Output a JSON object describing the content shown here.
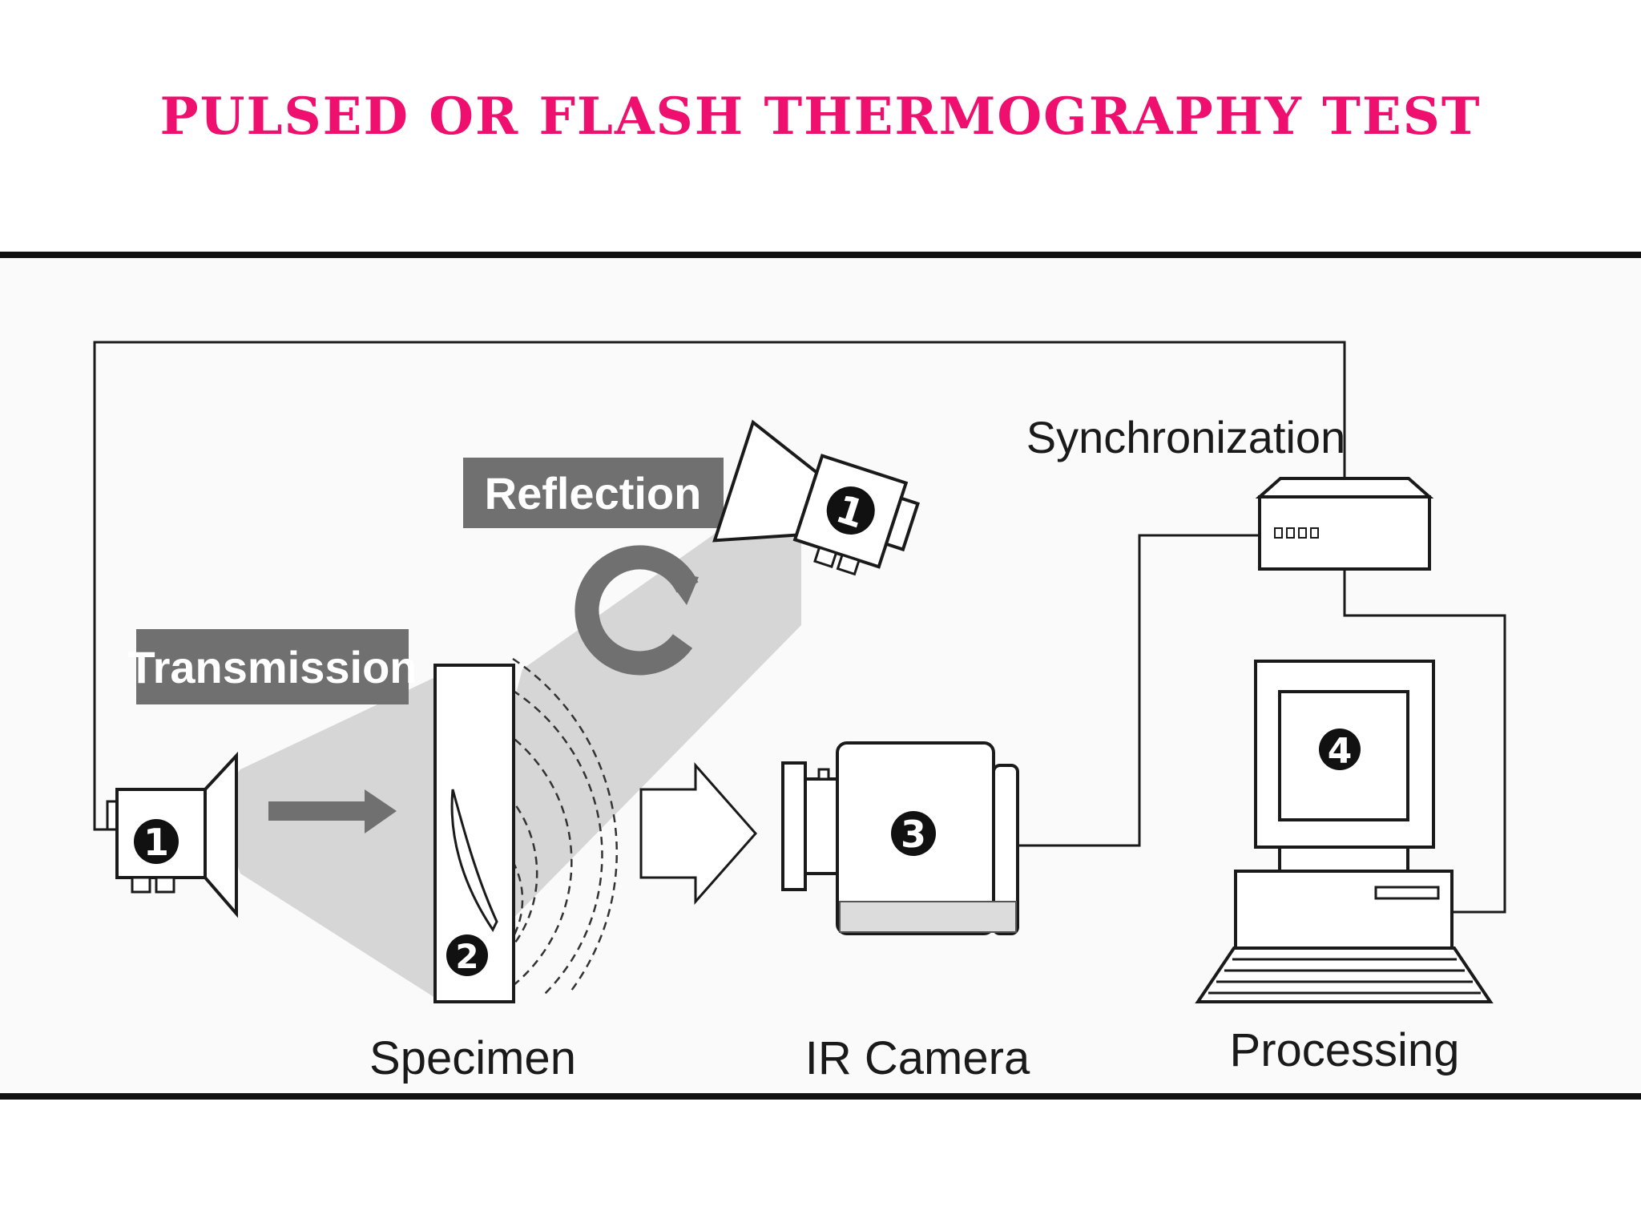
{
  "title": "PULSED OR FLASH THERMOGRAPHY TEST",
  "colors": {
    "title": "#ee0f6e",
    "rule": "#111111",
    "ink": "#1a1a1a",
    "label_box": "#707070",
    "beam": "#d6d6d6",
    "panel": "#fafafa"
  },
  "labels": {
    "synchronization": "Synchronization",
    "reflection": "Reflection",
    "transmission": "Transmission",
    "specimen": "Specimen",
    "ir_camera": "IR Camera",
    "processing": "Processing"
  },
  "markers": {
    "flash_reflection": "1",
    "flash_transmission": "1",
    "specimen": "2",
    "camera": "3",
    "computer": "4"
  },
  "icons": {
    "flash_lamp": "flash-lamp-icon",
    "specimen": "specimen-icon",
    "camera": "ir-camera-icon",
    "computer": "computer-icon",
    "sync_box": "sync-box-icon",
    "reflection_arrow": "curved-arrow-icon",
    "transmission_arrow": "right-arrow-icon",
    "hollow_arrow": "hollow-right-arrow-icon"
  }
}
